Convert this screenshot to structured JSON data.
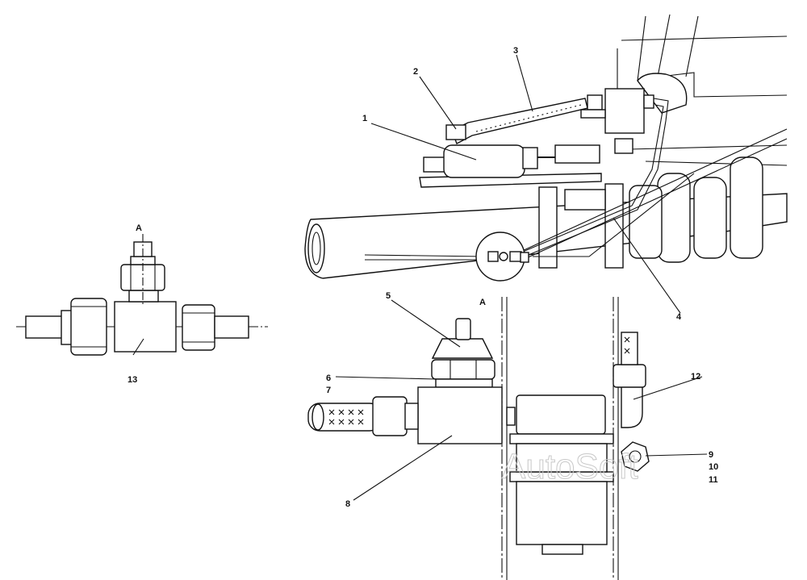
{
  "callouts": {
    "c1": "1",
    "c2": "2",
    "c3": "3",
    "c4": "4",
    "c5": "5",
    "c6": "6",
    "c7": "7",
    "c8": "8",
    "c9": "9",
    "c10": "10",
    "c11": "11",
    "c12": "12",
    "c13": "13"
  },
  "view_labels": {
    "detail_a_left": "A",
    "detail_a_circle": "A"
  },
  "watermark": "AutoSoft"
}
